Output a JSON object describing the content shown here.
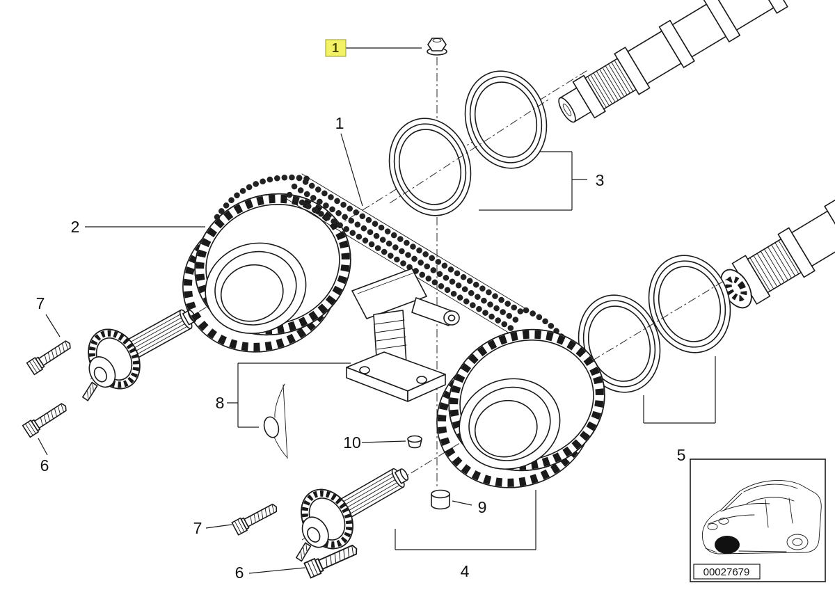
{
  "page": {
    "background": "#ffffff"
  },
  "colors": {
    "line": "#1a1a1a",
    "highlight_fill": "#f3f266",
    "highlight_border": "#9a9a30"
  },
  "callouts": {
    "highlight_1": "1",
    "n1": "1",
    "n2": "2",
    "n3": "3",
    "n4": "4",
    "n5": "5",
    "n6_left": "6",
    "n6_bottom": "6",
    "n7_left": "7",
    "n7_bottom": "7",
    "n8": "8",
    "n9": "9",
    "n10": "10"
  },
  "thumbnail": {
    "part_number": "00027679"
  }
}
